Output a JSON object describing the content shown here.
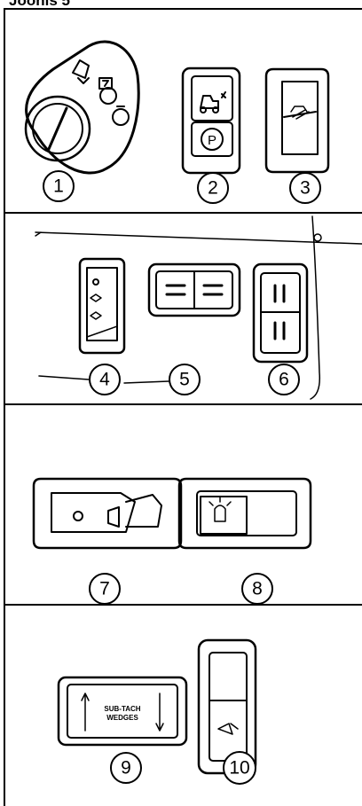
{
  "page": {
    "title": "Joonis 5"
  },
  "callouts": [
    "1",
    "2",
    "3",
    "4",
    "5",
    "6",
    "7",
    "8",
    "9",
    "10"
  ],
  "switch9": {
    "line1": "SUB-TACH",
    "line2": "WEDGES"
  }
}
